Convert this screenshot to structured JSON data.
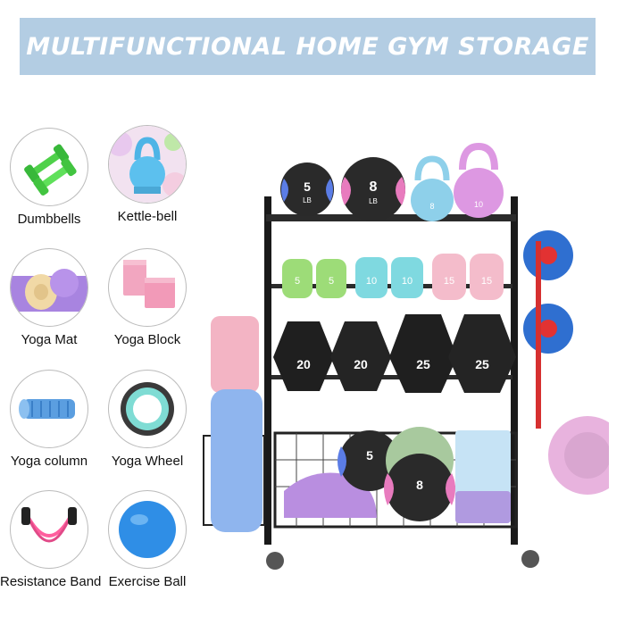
{
  "banner": {
    "title": "MULTIFUNCTIONAL HOME GYM STORAGE"
  },
  "items": [
    {
      "label": "Dumbbells",
      "icon": "dumbbells-icon"
    },
    {
      "label": "Kettle-bell",
      "icon": "kettlebell-icon"
    },
    {
      "label": "Yoga Mat",
      "icon": "yoga-mat-icon"
    },
    {
      "label": "Yoga Block",
      "icon": "yoga-block-icon"
    },
    {
      "label": "Yoga column",
      "icon": "yoga-column-icon"
    },
    {
      "label": "Yoga Wheel",
      "icon": "yoga-wheel-icon"
    },
    {
      "label": "Resistance Band",
      "icon": "resistance-band-icon"
    },
    {
      "label": "Exercise Ball",
      "icon": "exercise-ball-icon"
    }
  ],
  "rack": {
    "medicine_balls_top": [
      "5",
      "8"
    ],
    "medicine_ball_unit": "LB",
    "kettlebells": [
      "8",
      "10"
    ],
    "dumbbells_small": [
      "5",
      "5",
      "10",
      "10",
      "15",
      "15"
    ],
    "dumbbells_hex": [
      "20",
      "20",
      "25",
      "25"
    ],
    "basket_balls": [
      "5",
      "8"
    ],
    "unit": "LB"
  },
  "colors": {
    "banner": "#b3cde3",
    "frame": "#1a1a1a",
    "blue": "#5b8fd6",
    "pink": "#f2b8c6",
    "purple": "#c9a6e8",
    "teal": "#8fd9d9"
  }
}
